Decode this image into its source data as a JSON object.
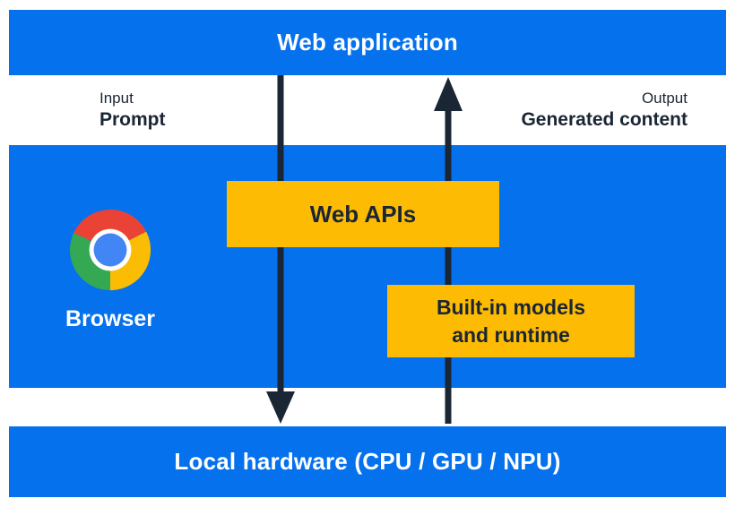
{
  "colors": {
    "blue": "#0571ed",
    "yellow": "#fdbb03",
    "navy": "#1a2634",
    "logo_red": "#ea4335",
    "logo_green": "#34a853",
    "logo_yellow": "#fbbc04",
    "logo_blue": "#4285f4"
  },
  "top_bar": {
    "label": "Web application"
  },
  "labels": {
    "input_caption": "Input",
    "input_value": "Prompt",
    "output_caption": "Output",
    "output_value": "Generated content"
  },
  "browser_layer": {
    "browser_label": "Browser",
    "web_apis": "Web APIs",
    "builtin_line1": "Built-in models",
    "builtin_line2": "and runtime"
  },
  "bottom_bar": {
    "label": "Local hardware (CPU / GPU / NPU)"
  }
}
